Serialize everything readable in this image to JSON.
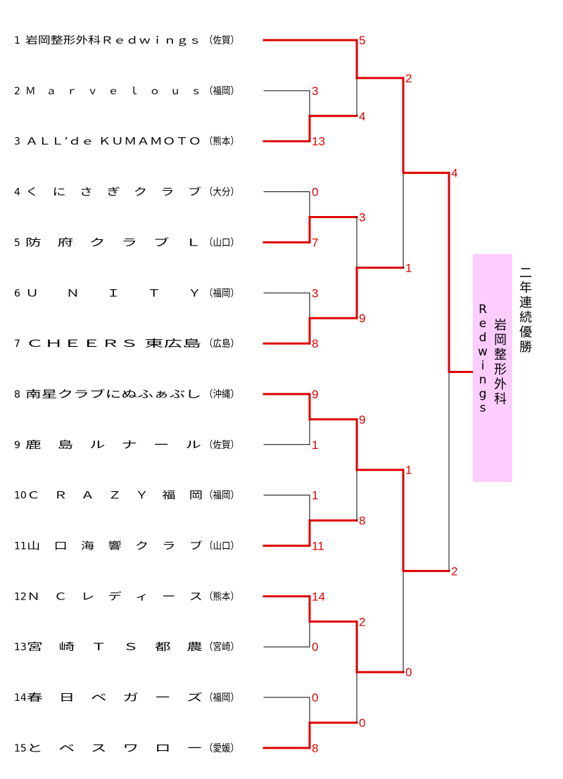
{
  "colors": {
    "winner": "#dd0000",
    "loser": "#000000",
    "champion_bg": "#ffccff"
  },
  "teams": [
    {
      "seed": "1",
      "name": "岩岡整形外科Ｒｅｄｗｉｎｇｓ",
      "pref": "（佐賀）"
    },
    {
      "seed": "2",
      "name": "Ｍ　ａ　ｒ　ｖ　ｅ　ｌ　ｏ　ｕ　ｓ",
      "pref": "（福岡）"
    },
    {
      "seed": "3",
      "name": "ＡＬＬ’ｄｅ ＫＵＭＡＭＯＴＯ",
      "pref": "（熊本）"
    },
    {
      "seed": "4",
      "name": "く　に　さ　ぎ　ク　ラ　ブ",
      "pref": "（大分）"
    },
    {
      "seed": "5",
      "name": "防　府　ク　ラ　ブ　Ｌ",
      "pref": "（山口）"
    },
    {
      "seed": "6",
      "name": "Ｕ　　Ｎ　　Ｉ　　Ｔ　　Ｙ",
      "pref": "（福岡）"
    },
    {
      "seed": "7",
      "name": "ＣＨＥＥＲＳ 東広島",
      "pref": "（広島）"
    },
    {
      "seed": "8",
      "name": "南星クラブにぬふぁぶし",
      "pref": "（沖縄）"
    },
    {
      "seed": "9",
      "name": "鹿　島　ル　ナ　ー　ル",
      "pref": "（佐賀）"
    },
    {
      "seed": "10",
      "name": "Ｃ　Ｒ　Ａ　Ｚ　Ｙ　福　岡",
      "pref": "（福岡）"
    },
    {
      "seed": "11",
      "name": "山　口　海　響　ク　ラ　ブ",
      "pref": "（山口）"
    },
    {
      "seed": "12",
      "name": "Ｎ　Ｃ　レ　デ　ィ　ー　ス",
      "pref": "（熊本）"
    },
    {
      "seed": "13",
      "name": "宮　崎　Ｔ　Ｓ　都　農",
      "pref": "（宮崎）"
    },
    {
      "seed": "14",
      "name": "春　日　ベ　ガ　ー　ズ",
      "pref": "（福岡）"
    },
    {
      "seed": "15",
      "name": "と　ベ　ス　ワ　ロ　ー",
      "pref": "（愛媛）"
    }
  ],
  "rounds": {
    "r1": [
      {
        "top": "3",
        "bottom": "13",
        "winner": "bottom"
      },
      {
        "top": "0",
        "bottom": "7",
        "winner": "bottom"
      },
      {
        "top": "3",
        "bottom": "8",
        "winner": "bottom"
      },
      {
        "top": "9",
        "bottom": "1",
        "winner": "top"
      },
      {
        "top": "1",
        "bottom": "11",
        "winner": "bottom"
      },
      {
        "top": "14",
        "bottom": "0",
        "winner": "top"
      },
      {
        "top": "0",
        "bottom": "8",
        "winner": "bottom"
      }
    ],
    "r2": [
      {
        "top": "5",
        "bottom": "4",
        "winner": "top"
      },
      {
        "top": "3",
        "bottom": "9",
        "winner": "bottom"
      },
      {
        "top": "9",
        "bottom": "8",
        "winner": "top"
      },
      {
        "top": "2",
        "bottom": "0",
        "winner": "top"
      }
    ],
    "r3": [
      {
        "top": "2",
        "bottom": "1",
        "winner": "top"
      },
      {
        "top": "1",
        "bottom": "0",
        "winner": "top"
      }
    ],
    "final": {
      "top": "4",
      "bottom": "2",
      "winner": "top"
    }
  },
  "champion": {
    "name_latin": "Redwings",
    "name_kanji": "岩岡整形外科",
    "note": "二年連続優勝"
  }
}
